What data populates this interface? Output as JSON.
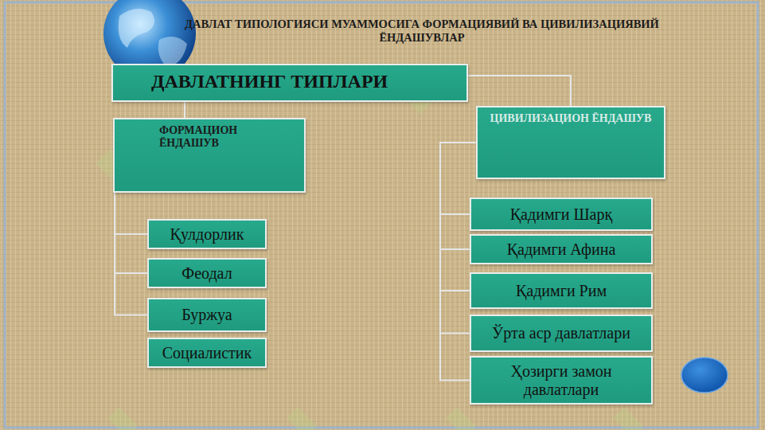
{
  "diagram": {
    "title": "ДАВЛАТ ТИПОЛОГИЯСИ МУАММОСИГА ФОРМАЦИЯВИЙ ВА ЦИВИЛИЗАЦИЯВИЙ ЁНДАШУВЛАР",
    "nodes": [
      {
        "text": [
          "ДАВЛАТНИНГ ТИПЛАРИ"
        ]
      },
      {
        "text": [
          "ФОРМАЦИОН ЁНДАШУВ"
        ]
      },
      {
        "text": [
          "ЦИВИЛИЗАЦИОН ЁНДАШУВ"
        ]
      },
      {
        "text": [
          "Қулдорлик"
        ]
      },
      {
        "text": [
          "Феодал"
        ]
      },
      {
        "text": [
          "Буржуа"
        ]
      },
      {
        "text": [
          "Социалистик"
        ]
      },
      {
        "text": [
          "Қадимги Шарқ"
        ]
      },
      {
        "text": [
          "Қадимги Афина"
        ]
      },
      {
        "text": [
          "Қадимги Рим"
        ]
      },
      {
        "text": [
          "Ўрта аср давлатлари"
        ]
      },
      {
        "text": [
          "Ҳозирги замон давлатлари"
        ]
      }
    ],
    "edges": [
      {
        "from": 0,
        "to": 1,
        "arrow": "none"
      },
      {
        "from": 0,
        "to": 2,
        "arrow": "none"
      },
      {
        "from": 1,
        "to": 3,
        "arrow": "none"
      },
      {
        "from": 1,
        "to": 4,
        "arrow": "none"
      },
      {
        "from": 1,
        "to": 5,
        "arrow": "none"
      },
      {
        "from": 2,
        "to": 7,
        "arrow": "none"
      },
      {
        "from": 2,
        "to": 8,
        "arrow": "none"
      },
      {
        "from": 2,
        "to": 9,
        "arrow": "none"
      },
      {
        "from": 2,
        "to": 10,
        "arrow": "none"
      },
      {
        "from": 2,
        "to": 11,
        "arrow": "none"
      }
    ]
  }
}
